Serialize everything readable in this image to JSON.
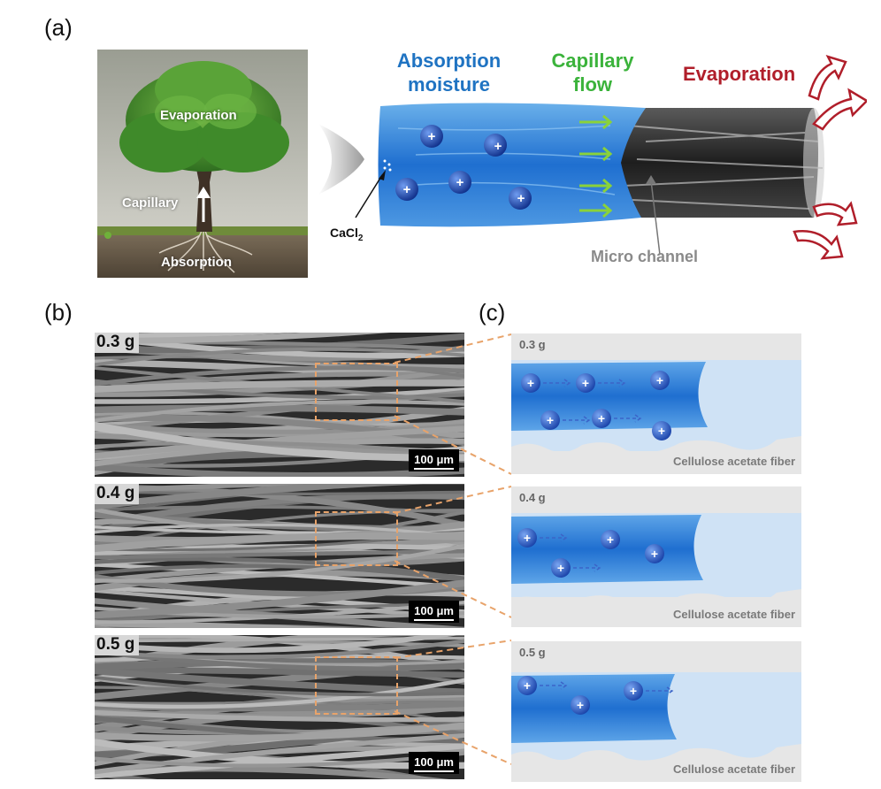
{
  "panels": {
    "a": "(a)",
    "b": "(b)",
    "c": "(c)"
  },
  "tree": {
    "evaporation": "Evaporation",
    "capillary": "Capillary",
    "absorption": "Absorption"
  },
  "schematic": {
    "absorption_line1": "Absorption",
    "absorption_line2": "moisture",
    "capillary_line1": "Capillary",
    "capillary_line2": "flow",
    "evaporation": "Evaporation",
    "micro_channel": "Micro channel",
    "cacl2_base": "CaCl",
    "cacl2_sub": "2",
    "ion_symbol": "+"
  },
  "sem": [
    {
      "label": "0.3 g",
      "scale": "100 μm"
    },
    {
      "label": "0.4 g",
      "scale": "100 μm"
    },
    {
      "label": "0.5 g",
      "scale": "100 μm"
    }
  ],
  "zoom_panels": [
    {
      "label": "0.3 g",
      "fiber": "Cellulose acetate fiber"
    },
    {
      "label": "0.4 g",
      "fiber": "Cellulose acetate fiber"
    },
    {
      "label": "0.5 g",
      "fiber": "Cellulose acetate fiber"
    }
  ],
  "colors": {
    "ion_blue": "#1f4fb3",
    "water_blue": "#2a7fd6",
    "evap_red": "#b01e2a",
    "capillary_green": "#3bb33b",
    "zoom_dash": "#e8a36a"
  }
}
